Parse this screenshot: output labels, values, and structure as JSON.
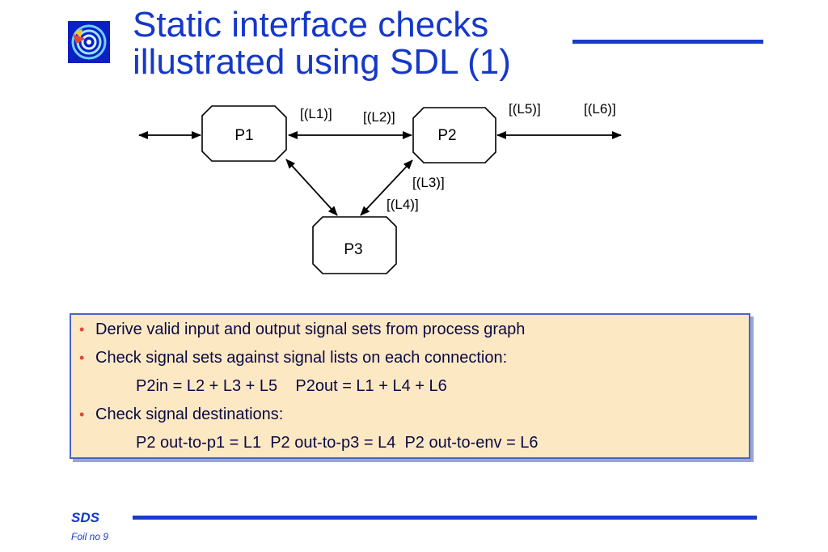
{
  "slide": {
    "title_line1": "Static interface checks",
    "title_line2": "illustrated using SDL (1)"
  },
  "diagram": {
    "nodes": {
      "p1": "P1",
      "p2": "P2",
      "p3": "P3"
    },
    "edge_labels": {
      "l1": "[(L1)]",
      "l2": "[(L2)]",
      "l3": "[(L3)]",
      "l4": "[(L4)]",
      "l5": "[(L5)]",
      "l6": "[(L6)]"
    }
  },
  "notes": {
    "bullet1": "Derive valid input and output signal sets from process graph",
    "bullet2": "Check signal sets against signal lists on each connection:",
    "line2_detail": "P2in = L2 + L3 + L5    P2out = L1 + L4 + L6",
    "bullet3": "Check signal destinations:",
    "line3_detail": "P2 out-to-p1 = L1  P2 out-to-p3 = L4  P2 out-to-env = L6"
  },
  "footer": {
    "brand": "SDS",
    "foil": "Foil no 9"
  },
  "colors": {
    "title_blue": "#1538c9",
    "box_fill": "#fde8c4",
    "box_border": "#4a63c8",
    "bullet_red": "#e0483a"
  },
  "icons": {
    "logo": "sds-swirl-logo-icon"
  }
}
